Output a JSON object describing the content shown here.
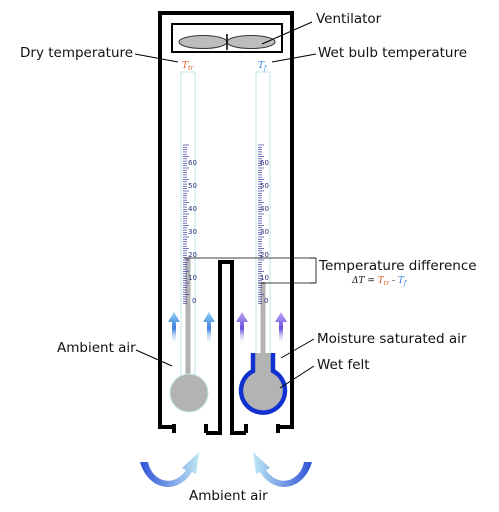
{
  "labels": {
    "ventilator": "Ventilator",
    "dry_temperature": "Dry temperature",
    "wet_bulb_temperature": "Wet bulb temperature",
    "temperature_difference": "Temperature difference",
    "moisture_saturated_air": "Moisture saturated air",
    "wet_felt": "Wet felt",
    "ambient_air_left": "Ambient air",
    "ambient_air_bottom": "Ambient air"
  },
  "symbols": {
    "dry": "T",
    "dry_sub": "tr",
    "wet": "T",
    "wet_sub": "f"
  },
  "formula": {
    "prefix": "ΔT = ",
    "dry": "T",
    "dry_sub": "tr",
    "minus": " - ",
    "wet": "T",
    "wet_sub": "f"
  },
  "scale": {
    "ticks": [
      "60",
      "50",
      "40",
      "30",
      "20",
      "10",
      "0"
    ]
  },
  "colors": {
    "dry_symbol": "#e8541a",
    "wet_symbol": "#2f7fd6",
    "felt": "#1030d0",
    "thermometer_fill": "#b3b3b3",
    "scale": "#3a3aa0",
    "housing": "#000000"
  }
}
